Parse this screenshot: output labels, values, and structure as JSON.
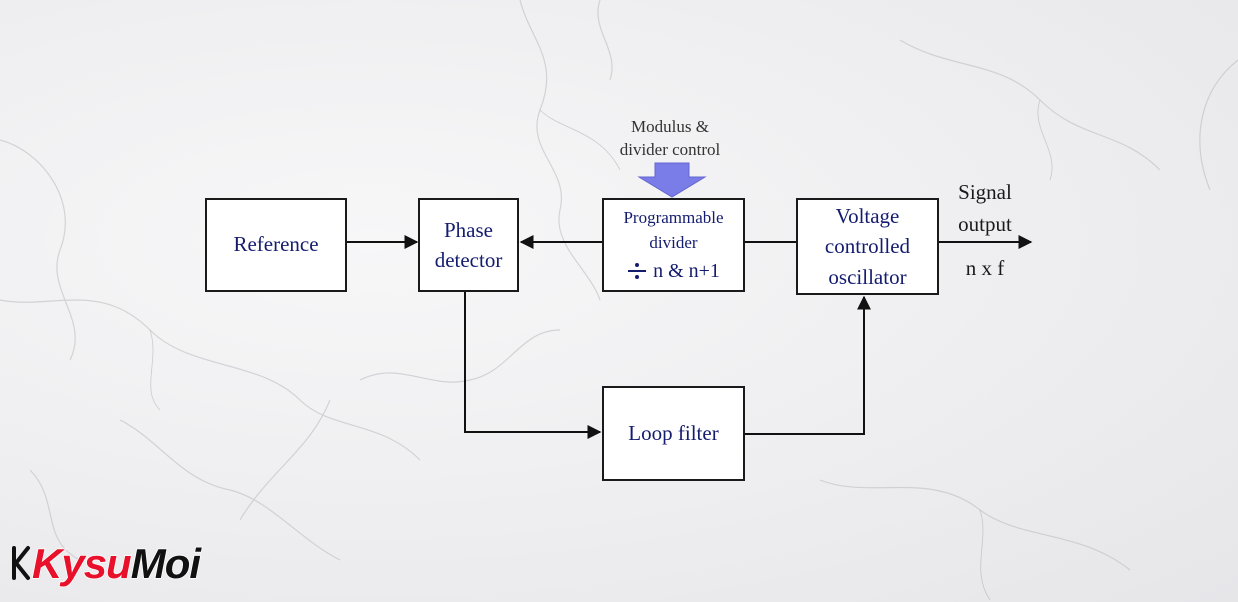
{
  "blocks": {
    "reference": "Reference",
    "phase_detector": [
      "Phase",
      "detector"
    ],
    "programmable_divider": [
      "Programmable",
      "divider",
      "n & n+1"
    ],
    "vco": [
      "Voltage",
      "controlled",
      "oscillator"
    ],
    "loop_filter": "Loop filter"
  },
  "labels": {
    "modulus_control": [
      "Modulus &",
      "divider control"
    ],
    "signal_output": [
      "Signal",
      "output"
    ],
    "output_frequency": "n x f"
  },
  "logo": {
    "text_left": "Kysu",
    "text_right": "Moi"
  },
  "colors": {
    "block_text": "#141c6e",
    "control_arrow": "#7a7ce8",
    "logo_red": "#e8102a",
    "logo_black": "#111111"
  },
  "icons": {
    "divide": "division-sign-icon",
    "control_arrow": "down-arrow-icon"
  }
}
